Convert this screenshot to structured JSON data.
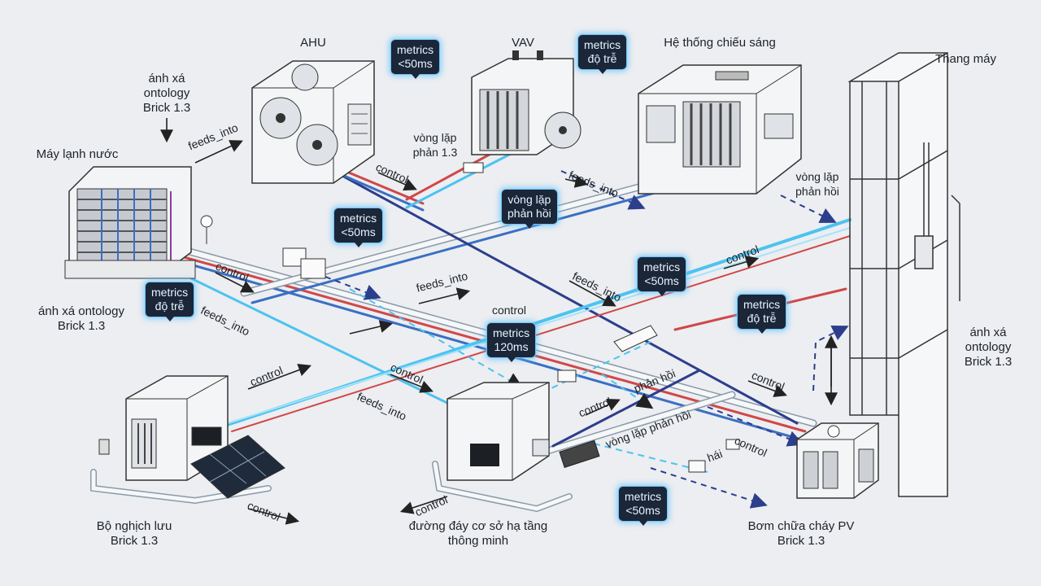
{
  "nodes": {
    "ahu": "AHU",
    "vav": "VAV",
    "lighting": "Hệ thống chiếu sáng",
    "elevator": "Thang máy",
    "chiller": "Máy lạnh nước",
    "inverter_line1": "Bộ nghịch lưu",
    "inverter_line2": "Brick 1.3",
    "baseline_line1": "đường đáy cơ sở hạ tầng",
    "baseline_line2": "thông minh",
    "pump_line1": "Bơm chữa cháy PV",
    "pump_line2": "Brick 1.3"
  },
  "annotations": {
    "mapping_top": [
      "ánh xá",
      "ontology",
      "Brick 1.3"
    ],
    "mapping_left": [
      "ánh xá ontology",
      "Brick 1.3"
    ],
    "mapping_right": [
      "ánh xá",
      "ontology",
      "Brick 1.3"
    ],
    "loop_center": [
      "vòng lặp",
      "phản 1.3"
    ],
    "loop_right": [
      "vòng lặp",
      "phản hồi"
    ]
  },
  "badges": {
    "b1": [
      "metrics",
      "<50ms"
    ],
    "b2": [
      "metrics",
      "độ trễ"
    ],
    "b3": [
      "vòng lặp",
      "phản hồi"
    ],
    "b4": [
      "metrics",
      "<50ms"
    ],
    "b5": [
      "metrics",
      "độ trễ"
    ],
    "b6": [
      "metrics",
      "<50ms"
    ],
    "b7": [
      "metrics",
      "độ trễ"
    ],
    "b8": [
      "metrics",
      "120ms"
    ],
    "b9": [
      "metrics",
      "<50ms"
    ]
  },
  "edges": {
    "e1": "feeds_into",
    "e2": "control",
    "e3": "feeds_into",
    "e4": "control",
    "e5": "feeds_into",
    "e6": "feeds_into",
    "e7": "control",
    "e8": "feeds_into",
    "e9": "control",
    "e10": "control",
    "e11": "control",
    "e12": "feeds_into",
    "e13": "control",
    "e14": "control",
    "e15": "phản hồi",
    "e16": "control",
    "e17": "vòng lặp phản hồi",
    "e18": "control",
    "e19": "hái",
    "e20": "control"
  },
  "colors": {
    "pipe_red": "#d04848",
    "pipe_blue": "#3a6fc4",
    "pipe_cyan": "#4cc3f0",
    "pipe_navy": "#2c3e8c",
    "badge_bg": "#1b2638",
    "badge_glow": "#6fc6f5"
  }
}
